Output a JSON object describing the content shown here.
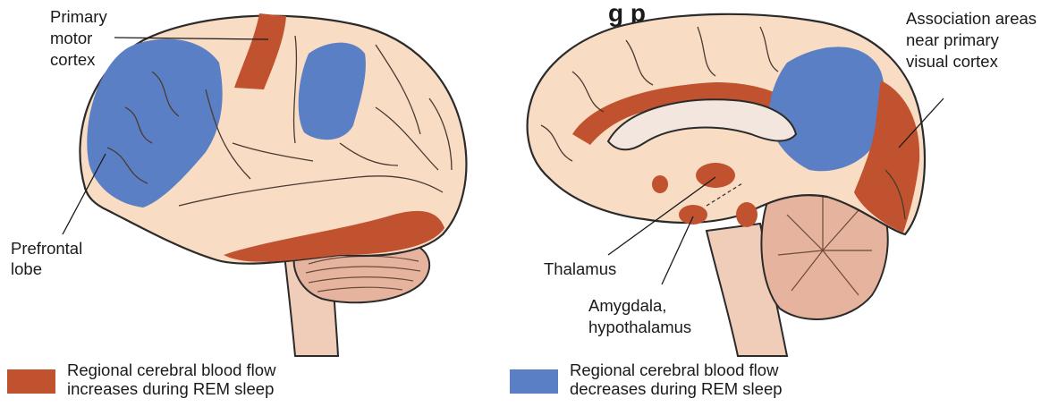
{
  "colors": {
    "increase": "#c0522f",
    "decrease": "#5b7fc4",
    "tissue": "#f8dcc4",
    "outline": "#2b2b2b",
    "cerebellum": "#e6b49e",
    "brainstem": "#f0cdb8"
  },
  "title_partial": "g        p",
  "lateral_view": {
    "labels": {
      "motor_cortex": [
        "Primary",
        "motor",
        "cortex"
      ],
      "prefrontal": [
        "Prefrontal",
        "lobe"
      ]
    }
  },
  "medial_view": {
    "labels": {
      "association": [
        "Association areas",
        "near primary",
        "visual cortex"
      ],
      "thalamus": "Thalamus",
      "amygdala": [
        "Amygdala,",
        "hypothalamus"
      ]
    }
  },
  "legend": {
    "increase": [
      "Regional cerebral blood flow",
      "increases during REM sleep"
    ],
    "decrease": [
      "Regional cerebral blood flow",
      "decreases during REM sleep"
    ]
  }
}
